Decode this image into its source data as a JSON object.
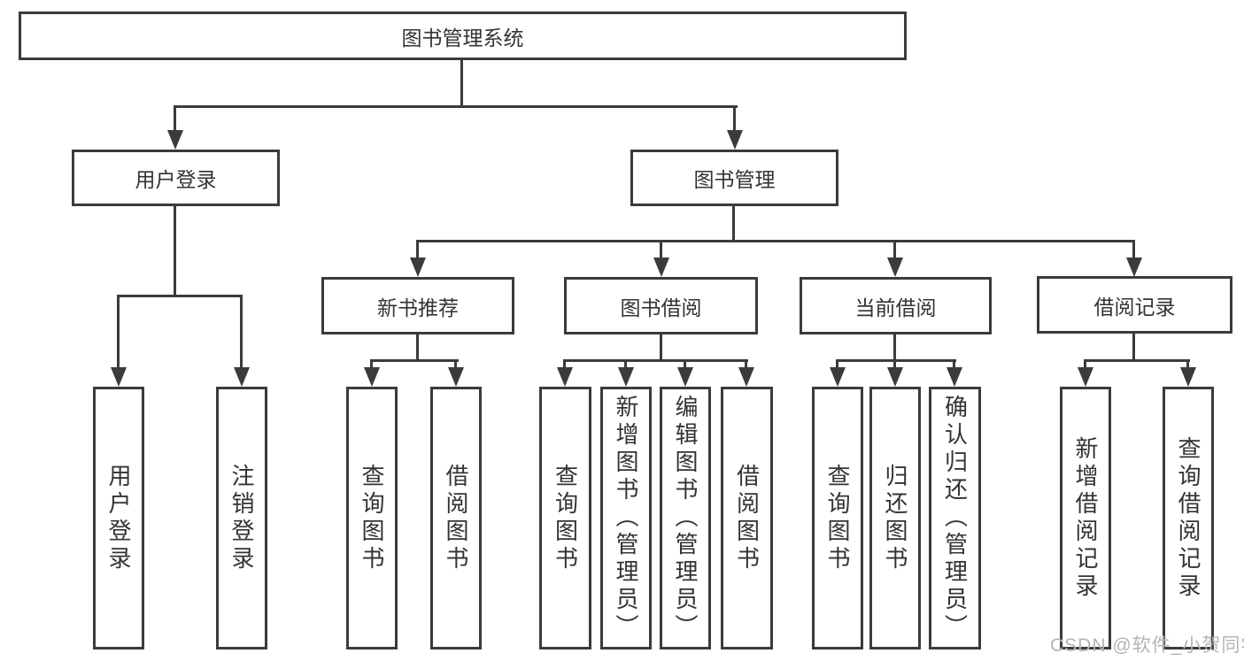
{
  "colors": {
    "line": "#3b3b3b",
    "text": "#333333",
    "bg": "#ffffff",
    "watermark": "#b5b5b5"
  },
  "watermark": "CSDN @软件_小贺同学",
  "tree": {
    "root": {
      "label": "图书管理系统"
    },
    "branches": [
      {
        "label": "用户登录",
        "children": [
          {
            "label": "用户登录"
          },
          {
            "label": "注销登录"
          }
        ]
      },
      {
        "label": "图书管理",
        "children": [
          {
            "label": "新书推荐",
            "children": [
              {
                "label": "查询图书"
              },
              {
                "label": "借阅图书"
              }
            ]
          },
          {
            "label": "图书借阅",
            "children": [
              {
                "label": "查询图书"
              },
              {
                "label": "新增图书（管理员）"
              },
              {
                "label": "编辑图书（管理员）"
              },
              {
                "label": "借阅图书"
              }
            ]
          },
          {
            "label": "当前借阅",
            "children": [
              {
                "label": "查询图书"
              },
              {
                "label": "归还图书"
              },
              {
                "label": "确认归还（管理员）"
              }
            ]
          },
          {
            "label": "借阅记录",
            "children": [
              {
                "label": "新增借阅记录"
              },
              {
                "label": "查询借阅记录"
              }
            ]
          }
        ]
      }
    ]
  }
}
